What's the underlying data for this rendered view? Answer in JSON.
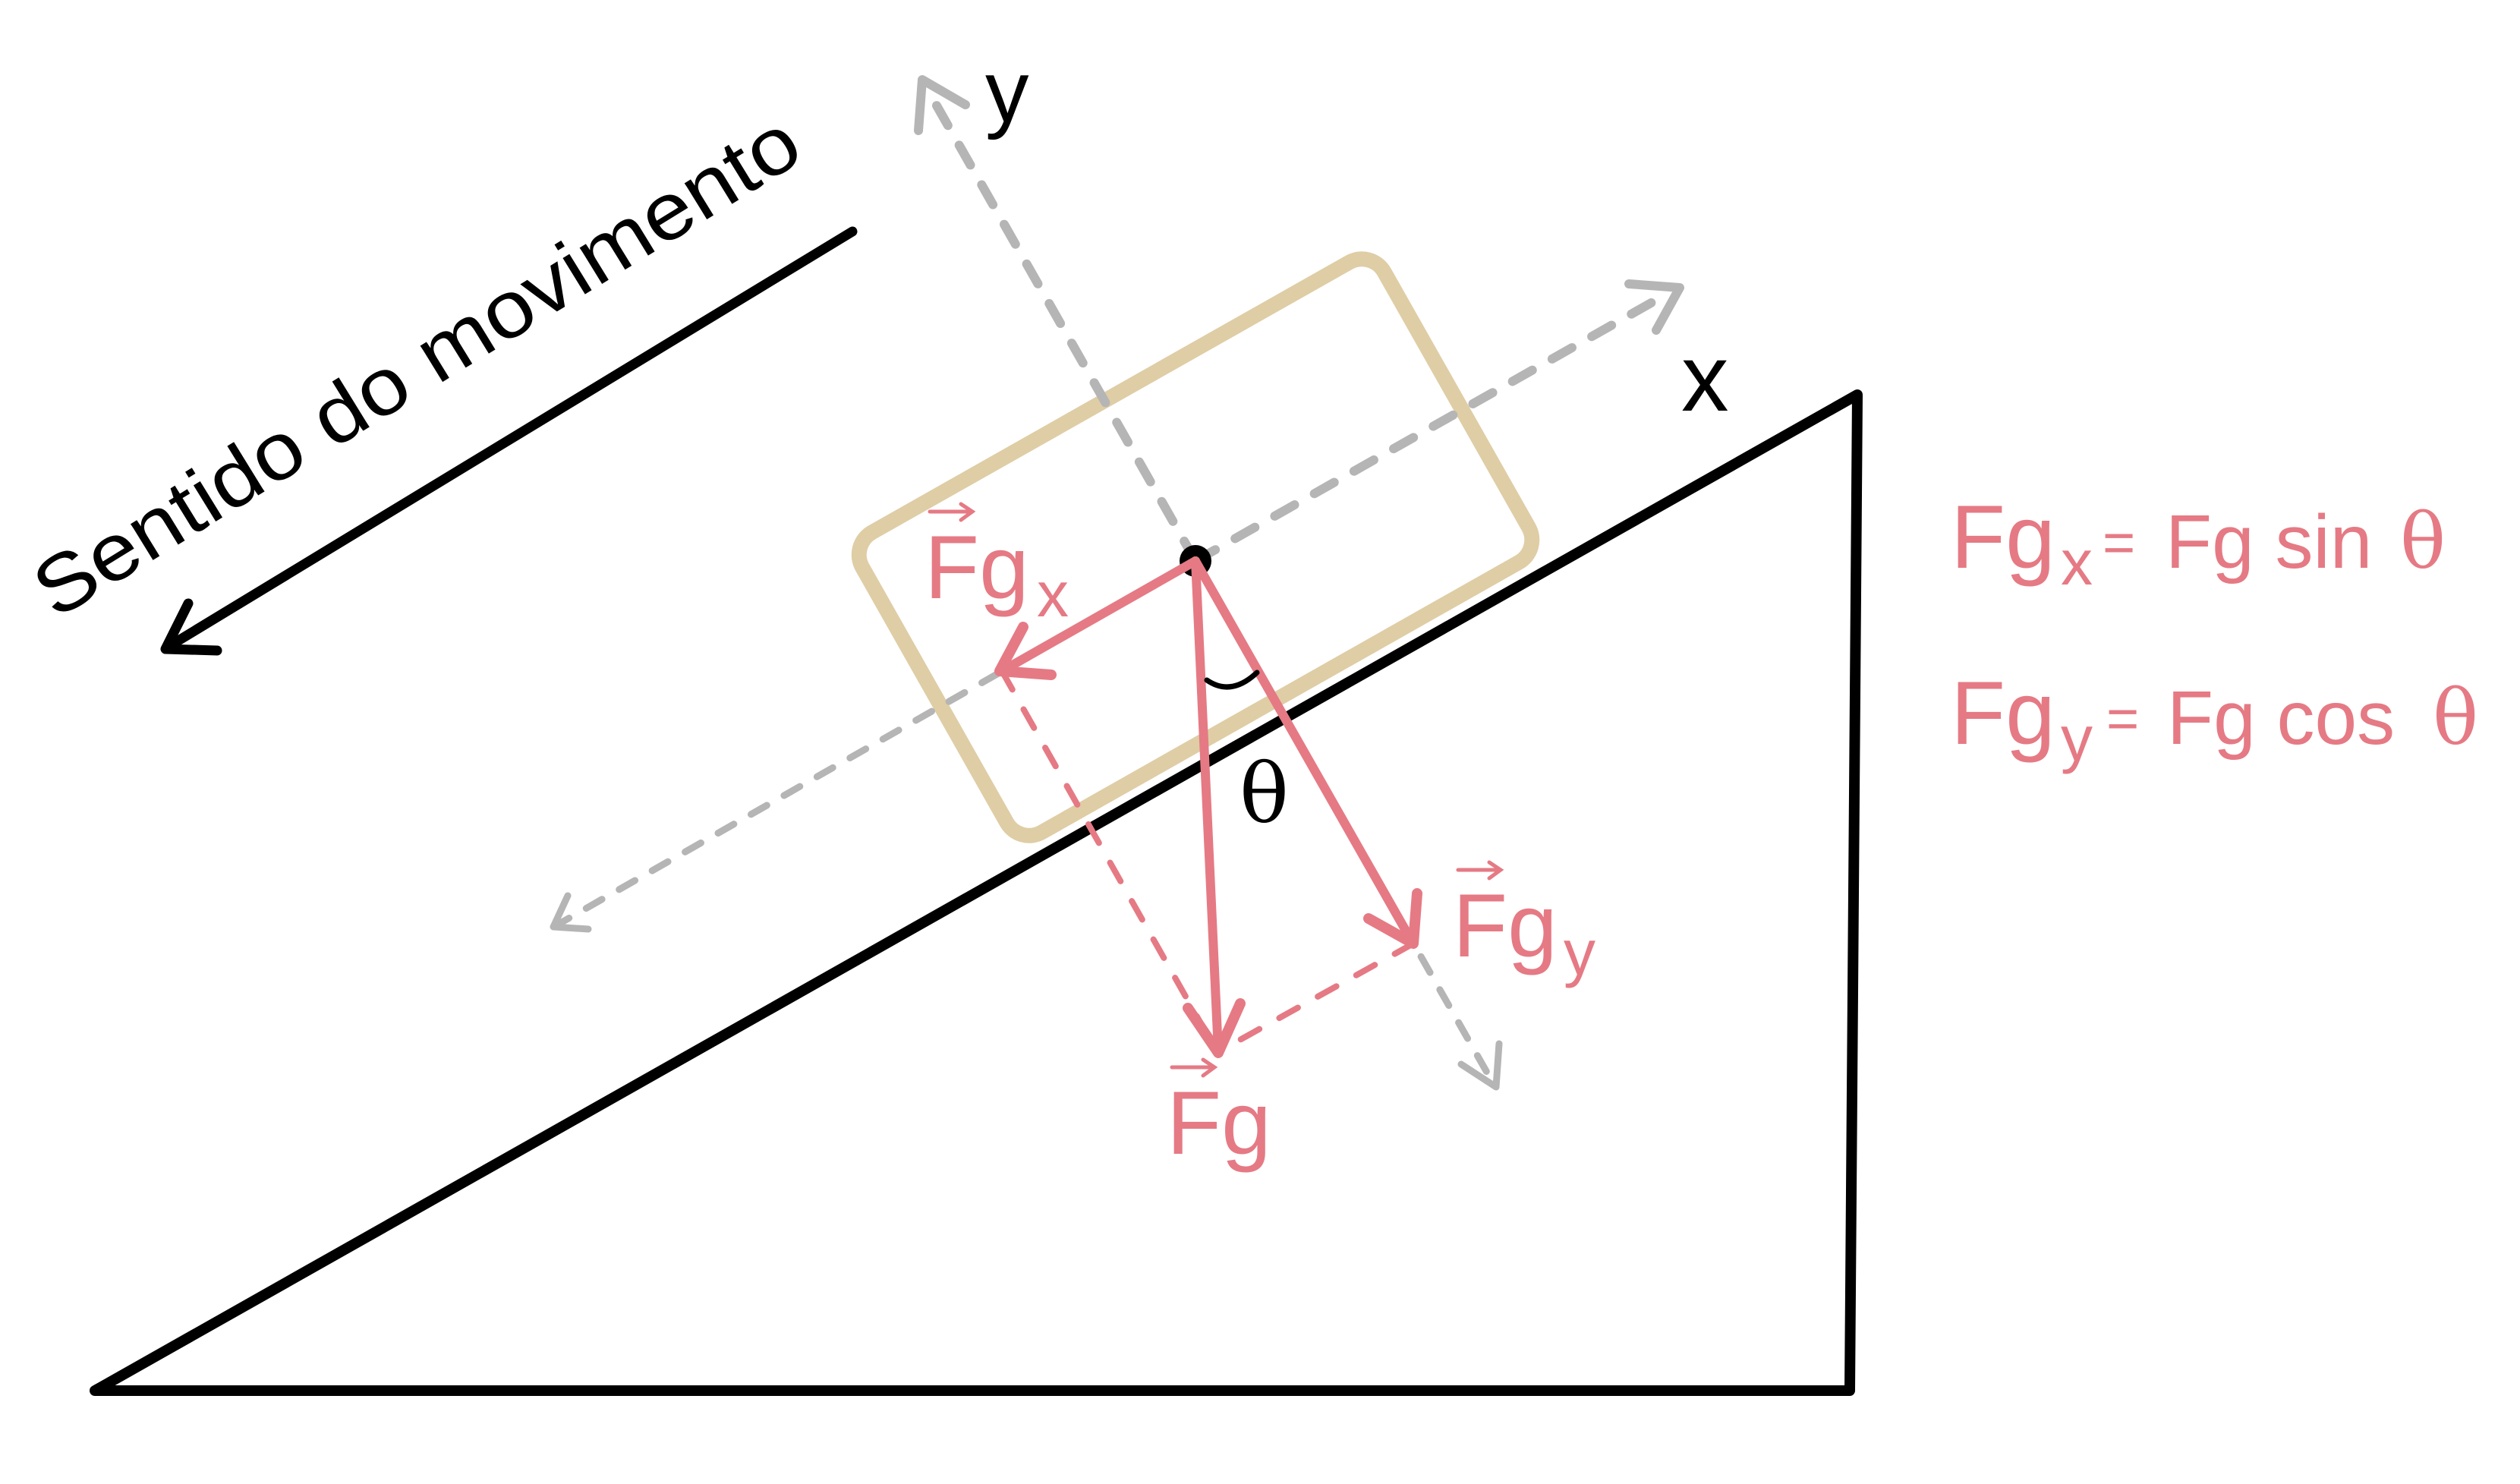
{
  "colors": {
    "background": "#ffffff",
    "incline": "#000000",
    "block": "#DFCDA5",
    "force": "#E57A84",
    "axis": "#B5B5B5",
    "text": "#000000"
  },
  "motion": {
    "label": "Sentido do movimento"
  },
  "axes": {
    "x_label": "x",
    "y_label": "y"
  },
  "angle": {
    "symbol": "θ"
  },
  "forces": {
    "fg": {
      "base": "Fg",
      "sub": ""
    },
    "fgx": {
      "base": "Fg",
      "sub": "x"
    },
    "fgy": {
      "base": "Fg",
      "sub": "y"
    }
  },
  "equations": [
    {
      "lhs_base": "Fg",
      "lhs_sub": "x",
      "equals": "=",
      "rhs": "Fg sin",
      "angle": "θ"
    },
    {
      "lhs_base": "Fg",
      "lhs_sub": "y",
      "equals": "=",
      "rhs": "Fg cos",
      "angle": "θ"
    }
  ]
}
